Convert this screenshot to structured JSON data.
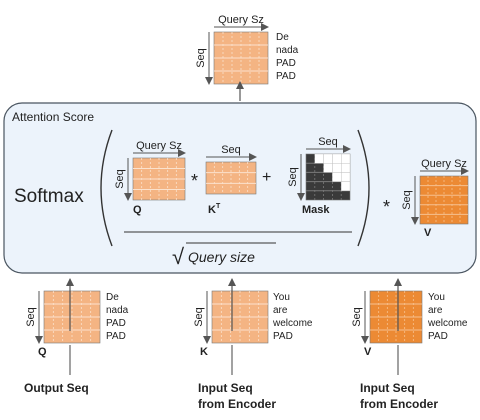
{
  "title": "Attention Score",
  "softmax": "Softmax",
  "query_sz": "Query Sz",
  "seq": "Seq",
  "ops": {
    "mul": "*",
    "plus": "+"
  },
  "matrices": {
    "q": "Q",
    "kt": "K",
    "kt_sup": "T",
    "mask": "Mask",
    "v": "V"
  },
  "denominator": {
    "sqrt": "√",
    "text": "Query size"
  },
  "output_words": [
    "De",
    "nada",
    "PAD",
    "PAD"
  ],
  "inputs": [
    {
      "matrix": "Q",
      "words": [
        "De",
        "nada",
        "PAD",
        "PAD"
      ],
      "caption": [
        "Output Seq"
      ]
    },
    {
      "matrix": "K",
      "words": [
        "You",
        "are",
        "welcome",
        "PAD"
      ],
      "caption": [
        "Input Seq",
        "from Encoder"
      ]
    },
    {
      "matrix": "V",
      "words": [
        "You",
        "are",
        "welcome",
        "PAD"
      ],
      "caption": [
        "Input Seq",
        "from Encoder"
      ]
    }
  ],
  "colors": {
    "light_orange": "#f4b483",
    "dark_orange": "#ec8a34",
    "mask_dark": "#3a3a3a",
    "panel_bg": "#ecf3fb",
    "panel_border": "#4a5560"
  }
}
